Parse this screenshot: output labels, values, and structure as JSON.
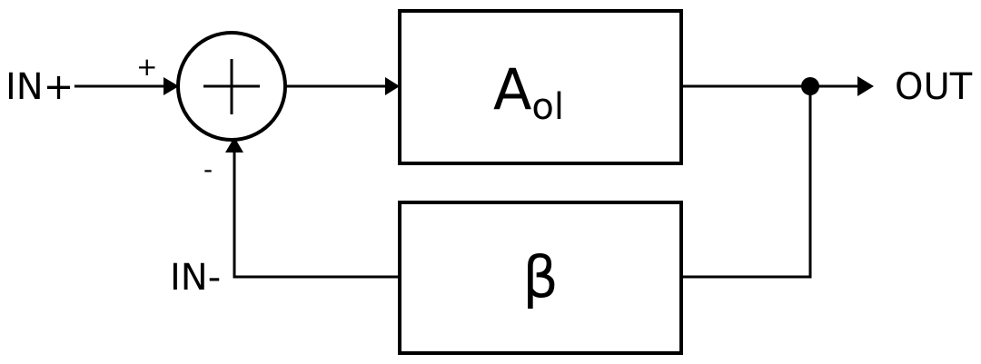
{
  "inputs": {
    "non_inverting": "IN+",
    "inverting": "IN-"
  },
  "output": "OUT",
  "summing_junction": {
    "plus_sign": "+",
    "minus_sign": "-"
  },
  "blocks": {
    "forward_gain": {
      "main": "A",
      "subscript": "ol"
    },
    "feedback_gain": {
      "label": "β"
    }
  }
}
